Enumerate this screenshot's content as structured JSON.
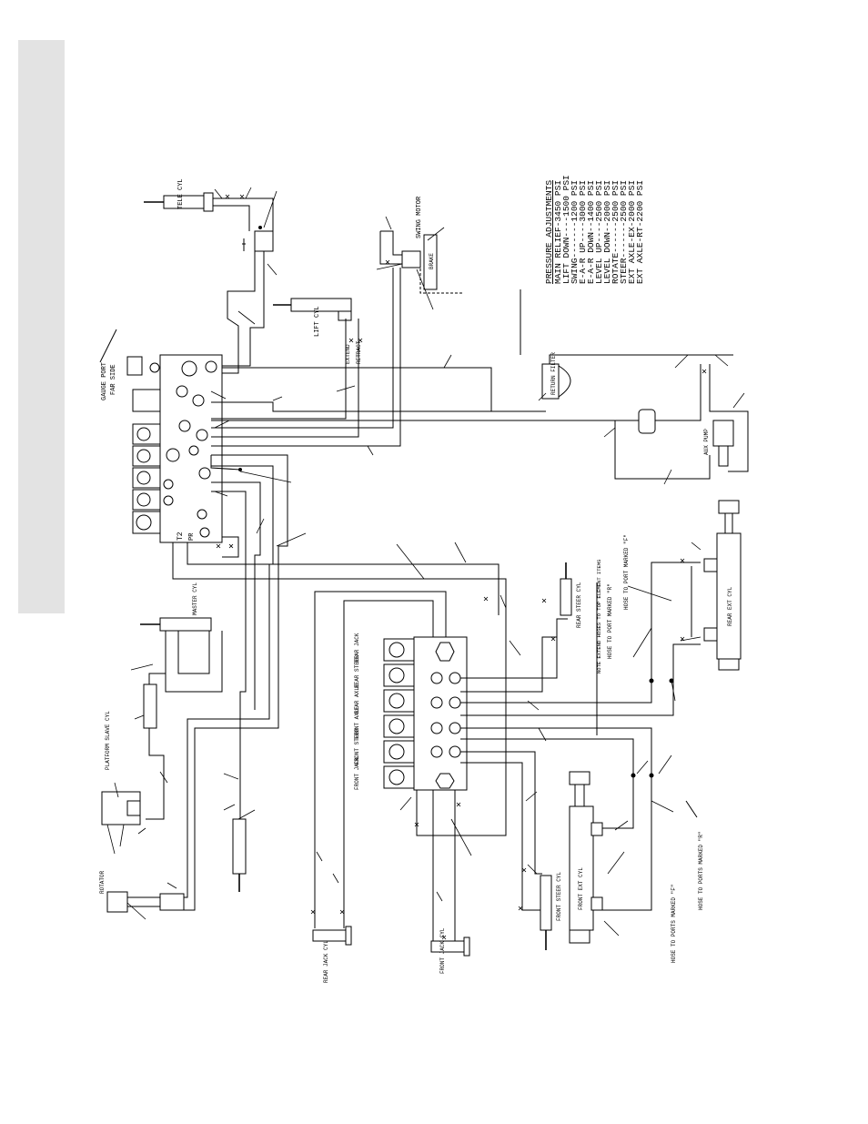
{
  "pressure_table": {
    "title": "PRESSURE ADJUSTMENTS",
    "rows": [
      "MAIN RELIEF-3450 PSI",
      "LIFT DOWN----1500 PSI",
      "SWING-------1200 PSI",
      "E-A-R UP----3000 PSI",
      "E-A-R DOWN--1400 PSI",
      "LEVEL UP----2500 PSI",
      "LEVEL DOWN--2000 PSI",
      "ROTATE------2500 PSI",
      "STEER-------2500 PSI",
      "EXT AXLE-EX-2000 PSI",
      "EXT AXLE-RT-2200 PSI"
    ]
  },
  "labels": {
    "tele_cyl": "TELE CYL",
    "swing_motor": "SWING MOTOR",
    "lift_cyl": "LIFT CYL",
    "gauge_port": "GAUGE PORT",
    "gauge_port_2": "FAR SIDE",
    "return_filter": "RETURN FILTER",
    "aux_pump": "AUX PUMP",
    "rear_ext_cyl": "REAR EXT CYL",
    "front_ext_cyl": "FRONT EXT CYL",
    "rear_steer_cyl": "REAR STEER CYL",
    "front_steer_cyl": "FRONT STEER CYL",
    "platform_slave_cyl": "PLATFORM SLAVE CYL",
    "rotator": "ROTATOR",
    "master_cyl": "MASTER CYL",
    "rear_jack_cyl": "REAR JACK CYL",
    "front_jack_cyl": "FRONT JACK CYL",
    "brake": "BRAKE",
    "extend": "EXTEND",
    "retract": "RETRACT",
    "note_extend": "NOTE EXTEND HOSES TO TOP ELEMENT ITEMS",
    "hose_f_rear": "HOSE TO PORT MARKED \"F\"",
    "hose_r_rear": "HOSE TO PORT MARKED \"R\"",
    "hose_f_front": "HOSE TO PORTS MARKED \"F\"",
    "hose_r_front": "HOSE TO PORTS MARKED \"R\"",
    "t2": "T2",
    "pr": "PR",
    "valve_labels": [
      "REAR JACK",
      "REAR STEER",
      "REAR AXLE",
      "FRONT AXLE",
      "FRONT STEER",
      "FRONT JACK"
    ]
  }
}
